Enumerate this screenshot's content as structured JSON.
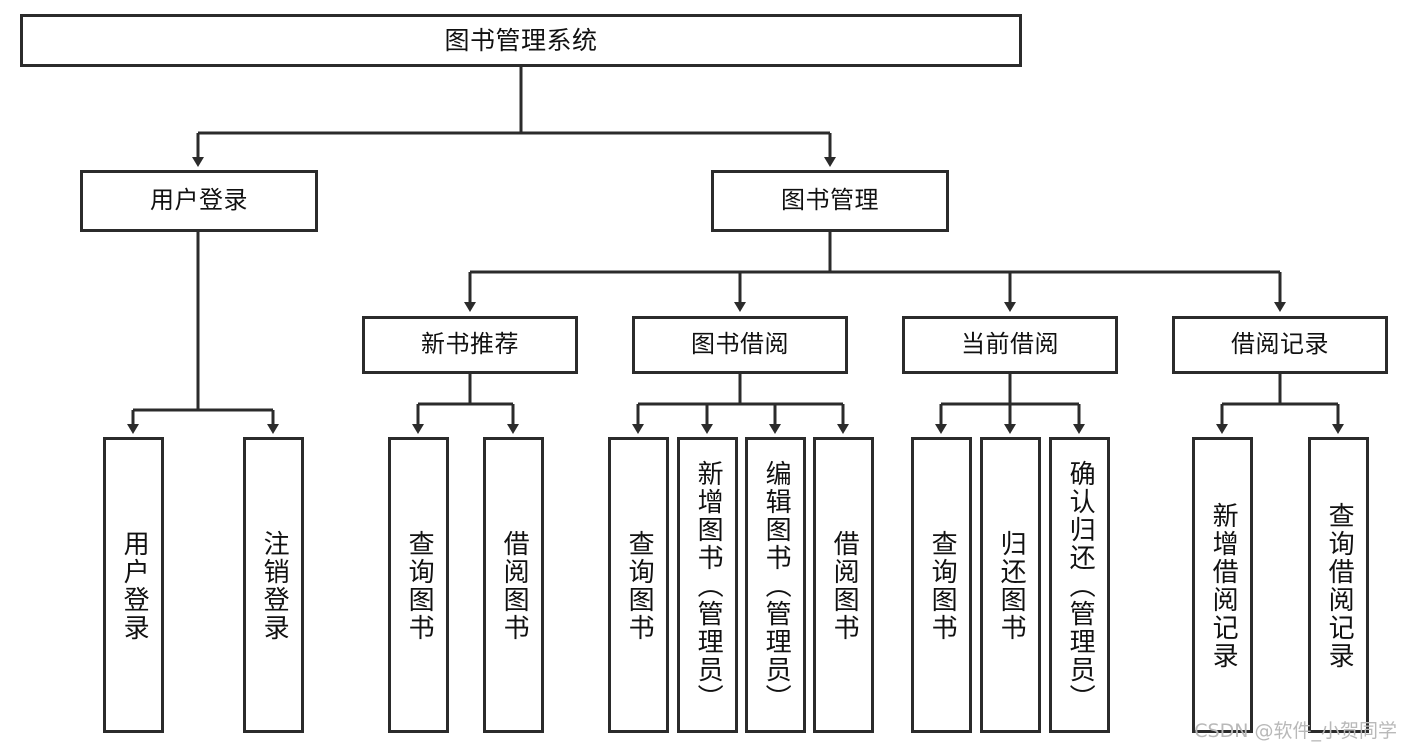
{
  "diagram": {
    "title": "图书管理系统",
    "type": "hierarchy-tree",
    "watermark": "CSDN @软件_小贺同学",
    "colors": {
      "stroke": "#2b2b2b",
      "fill": "#ffffff",
      "text": "#111111",
      "watermark": "#b9b9b9"
    },
    "nodes": {
      "root": {
        "label": "图书管理系统"
      },
      "level2": [
        {
          "label": "用户登录"
        },
        {
          "label": "图书管理"
        }
      ],
      "level3": [
        {
          "label": "新书推荐"
        },
        {
          "label": "图书借阅"
        },
        {
          "label": "当前借阅"
        },
        {
          "label": "借阅记录"
        }
      ],
      "leaves_user_login": [
        {
          "label": "用户登录"
        },
        {
          "label": "注销登录"
        }
      ],
      "leaves_new_book": [
        {
          "label": "查询图书"
        },
        {
          "label": "借阅图书"
        }
      ],
      "leaves_borrow": [
        {
          "label": "查询图书"
        },
        {
          "label": "新增图书（管理员）"
        },
        {
          "label": "编辑图书（管理员）"
        },
        {
          "label": "借阅图书"
        }
      ],
      "leaves_current": [
        {
          "label": "查询图书"
        },
        {
          "label": "归还图书"
        },
        {
          "label": "确认归还（管理员）"
        }
      ],
      "leaves_record": [
        {
          "label": "新增借阅记录"
        },
        {
          "label": "查询借阅记录"
        }
      ]
    }
  }
}
